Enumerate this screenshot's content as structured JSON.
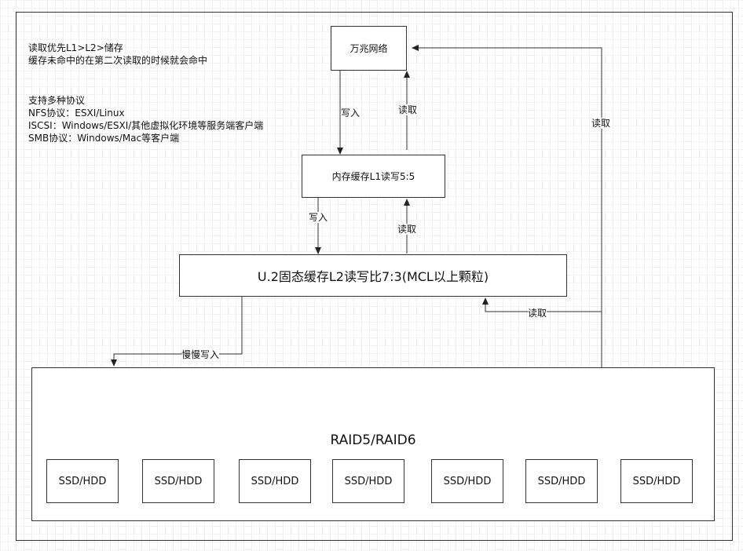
{
  "notes": {
    "cache_lines": [
      "读取优先L1>L2>储存",
      "缓存未命中的在第二次读取的时候就会命中"
    ],
    "protocol_lines": [
      "支持多种协议",
      "NFS协议：ESXI/Linux",
      "ISCSI：Windows/ESXI/其他虚拟化环境等服务端客户端",
      "SMB协议：Windows/Mac等客户端"
    ]
  },
  "nodes": {
    "network": "万兆网络",
    "l1": "内存缓存L1读写5:5",
    "l2": "U.2固态缓存L2读写比7:3(MCL以上颗粒)",
    "raid": "RAID5/RAID6",
    "disks": [
      "SSD/HDD",
      "SSD/HDD",
      "SSD/HDD",
      "SSD/HDD",
      "SSD/HDD",
      "SSD/HDD",
      "SSD/HDD"
    ]
  },
  "edges": {
    "net_to_l1_write": "写入",
    "l1_to_net_read": "读取",
    "l1_to_l2_write": "写入",
    "l2_to_l1_read": "读取",
    "l2_to_raid_slow_write": "慢慢写入",
    "raid_to_l2_read": "读取",
    "raid_to_net_read": "读取"
  }
}
